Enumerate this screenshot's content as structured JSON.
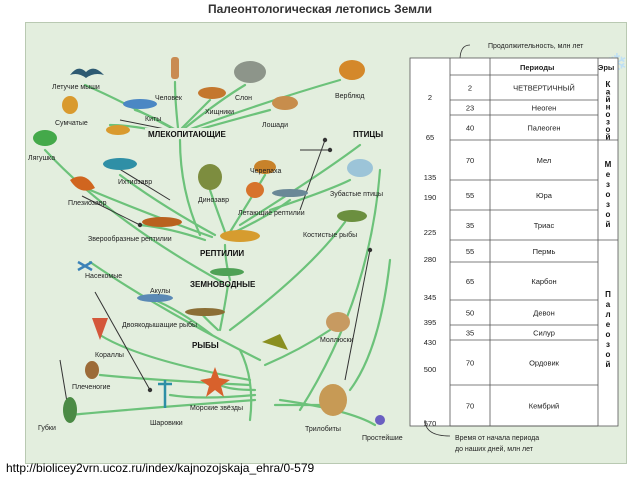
{
  "title": "Палеонтологическая летопись Земли",
  "source_url": "http://biolicey2vrn.ucoz.ru/index/kajnozojskaja_ehra/0-579",
  "scale": {
    "duration_header": "Продолжительность, млн лет",
    "time_caption_1": "Время от начала периода",
    "time_caption_2": "до наших дней, млн лет",
    "periods_header": "Периоды",
    "eras_header": "Эры",
    "boundaries": [
      "2",
      "65",
      "135",
      "190",
      "225",
      "280",
      "345",
      "395",
      "430",
      "500",
      "570"
    ],
    "rows": [
      {
        "duration": "2",
        "name": "ЧЕТВЕРТИЧНЫЙ"
      },
      {
        "duration": "23",
        "name": "Неоген"
      },
      {
        "duration": "40",
        "name": "Палеоген"
      },
      {
        "duration": "70",
        "name": "Мел"
      },
      {
        "duration": "55",
        "name": "Юра"
      },
      {
        "duration": "35",
        "name": "Триас"
      },
      {
        "duration": "55",
        "name": "Пермь"
      },
      {
        "duration": "65",
        "name": "Карбон"
      },
      {
        "duration": "50",
        "name": "Девон"
      },
      {
        "duration": "35",
        "name": "Силур"
      },
      {
        "duration": "70",
        "name": "Ордовик"
      },
      {
        "duration": "70",
        "name": "Кембрий"
      }
    ],
    "eras": [
      {
        "name": "Кайнозой"
      },
      {
        "name": "Мезозой"
      },
      {
        "name": "Палеозой"
      }
    ]
  },
  "groups": {
    "mammals": "МЛЕКОПИТАЮЩИЕ",
    "birds": "ПТИЦЫ",
    "reptiles": "РЕПТИЛИИ",
    "amphibians": "ЗЕМНОВОДНЫЕ",
    "fishes": "РЫБЫ"
  },
  "organisms": {
    "bats": "Летучие мыши",
    "human": "Человек",
    "elephant": "Слон",
    "camel": "Верблюд",
    "predators": "Хищники",
    "whales": "Киты",
    "horses": "Лошади",
    "marsupials": "Сумчатые",
    "frog": "Лягушка",
    "ichthyosaur": "Ихтиозавр",
    "turtle": "Черепаха",
    "toothed_birds": "Зубастые птицы",
    "plesiosaur": "Плезиозавр",
    "dinosaur": "Динозавр",
    "flying_reptiles": "Летающие рептилии",
    "bony_fish": "Костистые рыбы",
    "beast_reptiles": "Зверообразные рептилии",
    "insects": "Насекомые",
    "sharks": "Акулы",
    "lungfish": "Двоякодышащие рыбы",
    "mollusks": "Моллюски",
    "corals": "Кораллы",
    "brachiopods": "Плеченогие",
    "starfish": "Морские звёзды",
    "sponges": "Губки",
    "sea_lilies": "Шаровики",
    "trilobites": "Трилобиты",
    "protists": "Простейшие"
  },
  "colors": {
    "background": "#e3eede",
    "branch": "#6cc27a",
    "pointer": "#333333"
  }
}
